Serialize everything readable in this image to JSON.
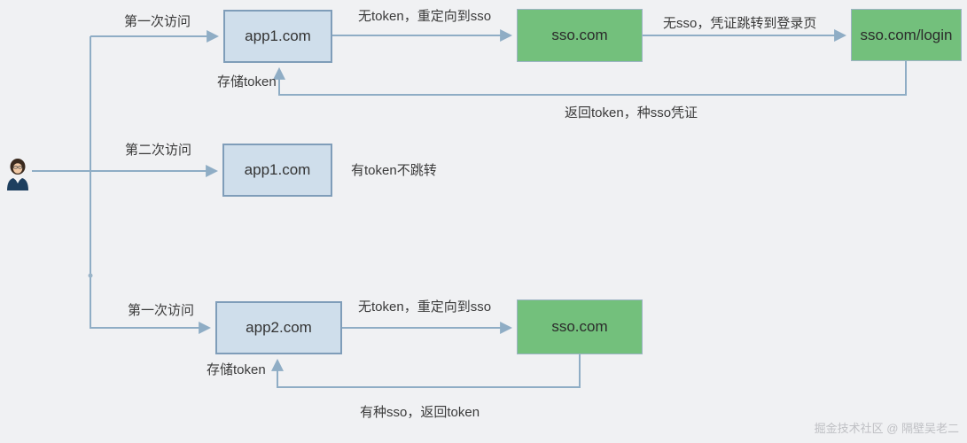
{
  "nodes": {
    "app1_first": "app1.com",
    "sso_first": "sso.com",
    "sso_login": "sso.com/login",
    "app1_second": "app1.com",
    "app2": "app2.com",
    "sso_second": "sso.com"
  },
  "labels": {
    "row1_visit": "第一次访问",
    "row1_no_token": "无token，重定向到sso",
    "row1_no_sso": "无sso，凭证跳转到登录页",
    "row1_store_token": "存储token",
    "row1_return_token": "返回token，种sso凭证",
    "row2_visit": "第二次访问",
    "row2_has_token": "有token不跳转",
    "row3_visit": "第一次访问",
    "row3_no_token": "无token，重定向到sso",
    "row3_store_token": "存储token",
    "row3_return": "有种sso，返回token"
  },
  "watermark": "掘金技术社区 @ 隔壁吴老二",
  "icons": {
    "user": "person-avatar"
  },
  "colors": {
    "background": "#f0f1f3",
    "app_box_fill": "#cfdeeb",
    "app_box_border": "#7f9db9",
    "sso_box_fill": "#73c07c",
    "sso_box_border": "#9db4c4",
    "line": "#8fadc5",
    "text": "#3a3a3a",
    "watermark": "#bfc0c4"
  }
}
